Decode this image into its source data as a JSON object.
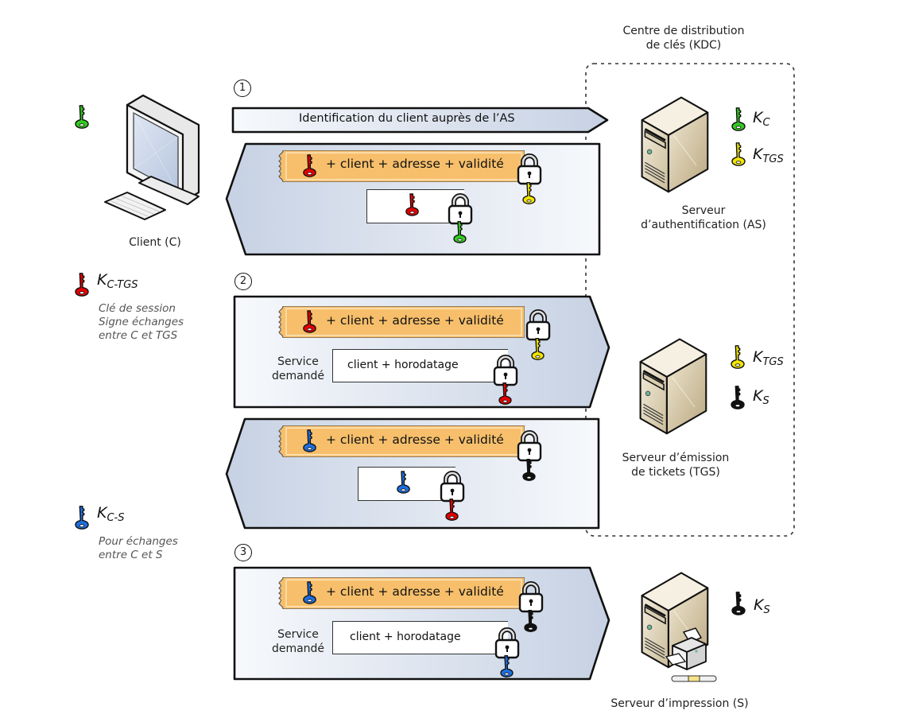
{
  "kdc": {
    "title_line1": "Centre de distribution",
    "title_line2": "de clés (KDC)"
  },
  "colors": {
    "client_key": "#33cc22",
    "tgs_key": "#f2e600",
    "session_tgs_key": "#e60000",
    "session_s_key": "#1e6fe0",
    "service_key": "#111111",
    "ticket": "#f7bf6b",
    "arrow_fill_dark": "#c8d3e5",
    "arrow_fill_light": "#f6f8fc"
  },
  "client": {
    "label": "Client (C)",
    "key_icon": "green-key-icon"
  },
  "legend": {
    "k_ctgs": {
      "base": "K",
      "sub": "C-TGS",
      "line1": "Clé de session",
      "line2": "Signe échanges",
      "line3": "entre C et TGS"
    },
    "k_cs": {
      "base": "K",
      "sub": "C-S",
      "line1": "Pour échanges",
      "line2": "entre C et S"
    }
  },
  "servers": {
    "as": {
      "label_line1": "Serveur",
      "label_line2": "d’authentification (AS)",
      "keys": [
        {
          "base": "K",
          "sub": "C",
          "color": "green"
        },
        {
          "base": "K",
          "sub": "TGS",
          "color": "yellow"
        }
      ]
    },
    "tgs": {
      "label_line1": "Serveur d’émission",
      "label_line2": "de tickets (TGS)",
      "keys": [
        {
          "base": "K",
          "sub": "TGS",
          "color": "yellow"
        },
        {
          "base": "K",
          "sub": "S",
          "color": "black"
        }
      ]
    },
    "print": {
      "label": "Serveur d’impression (S)",
      "keys": [
        {
          "base": "K",
          "sub": "S",
          "color": "black"
        }
      ]
    }
  },
  "steps": [
    {
      "number": "1"
    },
    {
      "number": "2"
    },
    {
      "number": "3"
    }
  ],
  "messages": {
    "m1_request": "Identification du client auprès de l’AS",
    "ticket_text": "+ client + adresse + validité",
    "authenticator_text": "client + horodatage",
    "service_requested_line1": "Service",
    "service_requested_line2": "demandé"
  }
}
